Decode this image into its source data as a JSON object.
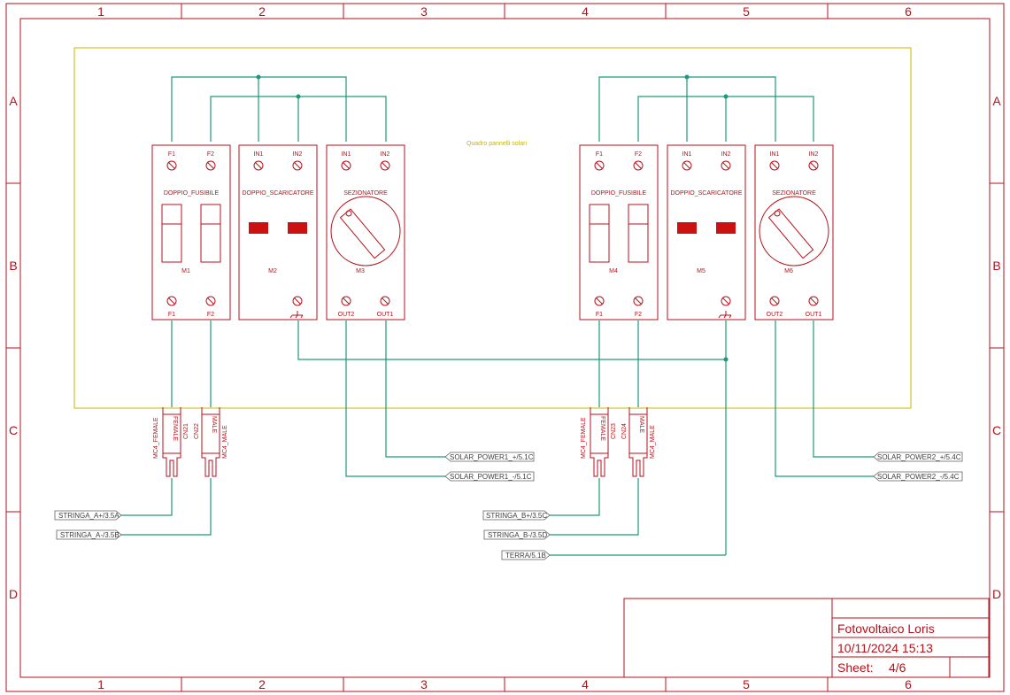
{
  "frame": {
    "columns": [
      "1",
      "2",
      "3",
      "4",
      "5",
      "6"
    ],
    "rows": [
      "A",
      "B",
      "C",
      "D"
    ]
  },
  "area_label": "Quadro pannelli solari",
  "devices": [
    {
      "id": "M1",
      "type": "DOPPIO_FUSIBILE",
      "top_pins": [
        "F1",
        "F2"
      ],
      "bottom_pins": [
        "F1",
        "F2"
      ]
    },
    {
      "id": "M2",
      "type": "DOPPIO_SCARICATORE",
      "top_pins": [
        "IN1",
        "IN2"
      ],
      "bottom_pins": []
    },
    {
      "id": "M3",
      "type": "SEZIONATORE",
      "top_pins": [
        "IN1",
        "IN2"
      ],
      "bottom_pins": [
        "OUT2",
        "OUT1"
      ]
    },
    {
      "id": "M4",
      "type": "DOPPIO_FUSIBILE",
      "top_pins": [
        "F1",
        "F2"
      ],
      "bottom_pins": [
        "F1",
        "F2"
      ]
    },
    {
      "id": "M5",
      "type": "DOPPIO_SCARICATORE",
      "top_pins": [
        "IN1",
        "IN2"
      ],
      "bottom_pins": []
    },
    {
      "id": "M6",
      "type": "SEZIONATORE",
      "top_pins": [
        "IN1",
        "IN2"
      ],
      "bottom_pins": [
        "OUT2",
        "OUT1"
      ]
    }
  ],
  "connectors": [
    {
      "ref": "CN21",
      "side": "MC4_FEMALE",
      "mark": "FEMALE"
    },
    {
      "ref": "CN22",
      "side": "MC4_MALE",
      "mark": "MALE"
    },
    {
      "ref": "CN23",
      "side": "MC4_FEMALE",
      "mark": "FEMALE"
    },
    {
      "ref": "CN24",
      "side": "MC4_MALE",
      "mark": "MALE"
    }
  ],
  "net_labels": {
    "solar_power1_plus": "SOLAR_POWER1_+/5.1C",
    "solar_power1_minus": "SOLAR_POWER1_-/5.1C",
    "solar_power2_plus": "SOLAR_POWER2_+/5.4C",
    "solar_power2_minus": "SOLAR_POWER2_-/5.4C",
    "stringa_a_plus": "STRINGA_A+/3.5A",
    "stringa_a_minus": "STRINGA_A-/3.5B",
    "stringa_b_plus": "STRINGA_B+/3.5C",
    "stringa_b_minus": "STRINGA_B-/3.5D",
    "terra": "TERRA/5.1B"
  },
  "title_block": {
    "title": "Fotovoltaico Loris",
    "datetime": "10/11/2024 15:13",
    "sheet_label": "Sheet:",
    "sheet_value": "4/6"
  },
  "colors": {
    "frame": "#b5121b",
    "wire": "#1a9a7a",
    "area": "#c8b400",
    "label_border": "#606060"
  }
}
